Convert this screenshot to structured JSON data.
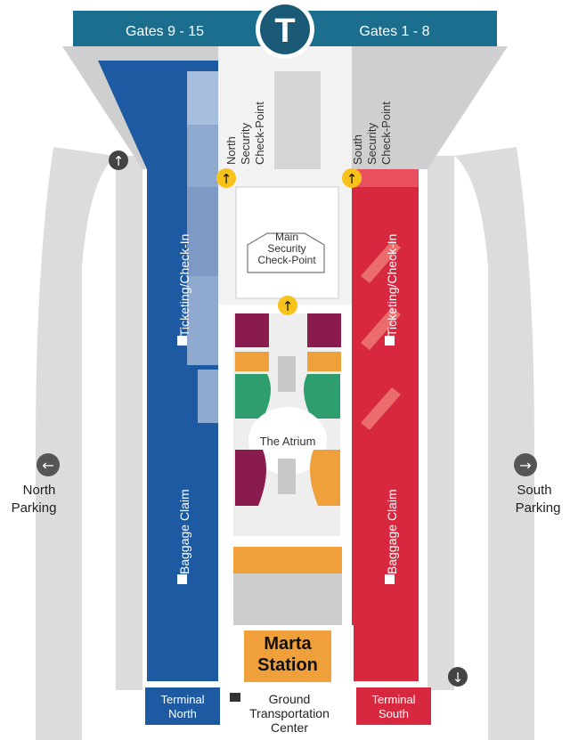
{
  "header": {
    "left_label": "Gates 9 - 15",
    "right_label": "Gates 1 - 8",
    "logo_letter": "T"
  },
  "checkpoints": {
    "north": [
      "North",
      "Security",
      "Check-Point"
    ],
    "south": [
      "South",
      "Security",
      "Check-Point"
    ],
    "main": [
      "Main",
      "Security",
      "Check-Point"
    ]
  },
  "terminal_north": {
    "ticketing": "Ticketing/Check-In",
    "baggage": "Baggage Claim",
    "label": [
      "Terminal",
      "North"
    ]
  },
  "terminal_south": {
    "ticketing": "Ticketing/Check-In",
    "baggage": "Baggage Claim",
    "label": [
      "Terminal",
      "South"
    ]
  },
  "atrium": "The Atrium",
  "marta": [
    "Marta",
    "Station"
  ],
  "ground_transport": [
    "Ground",
    "Transportation",
    "Center"
  ],
  "parking": {
    "north": [
      "North",
      "Parking"
    ],
    "south": [
      "South",
      "Parking"
    ]
  },
  "icons": {
    "up_arrow": "↑",
    "down_arrow": "↓",
    "left_arrow": "←",
    "right_arrow": "→"
  },
  "colors": {
    "header_teal": "#1b6e8e",
    "north_blue": "#1e5aa2",
    "south_red": "#d7283f",
    "concession_orange": "#f0a03a",
    "retail_green": "#2e9e6e",
    "dining_maroon": "#8a1b4e",
    "arrow_yellow": "#f7c21a",
    "road_gray": "#dcdcdc"
  }
}
